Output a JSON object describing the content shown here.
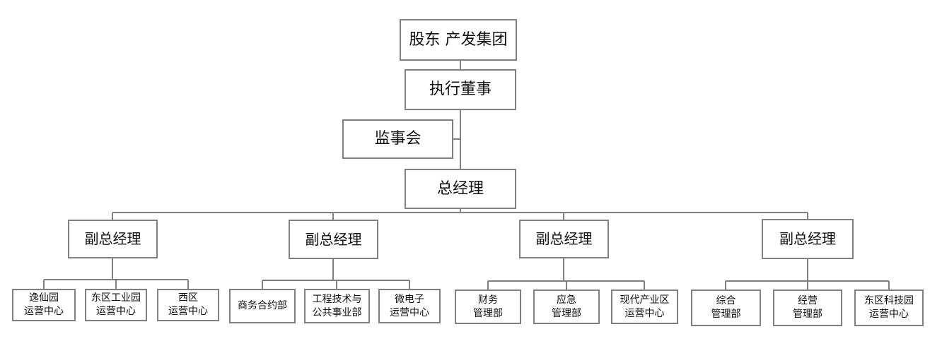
{
  "org": {
    "shareholder": "股东 产发集团",
    "executive_director": "执行董事",
    "supervisory_board": "监事会",
    "general_manager": "总经理",
    "deputies": [
      {
        "title": "副总经理",
        "departments": [
          {
            "line1": "逸仙园",
            "line2": "运营中心"
          },
          {
            "line1": "东区工业园",
            "line2": "运营中心"
          },
          {
            "line1": "西区",
            "line2": "运营中心"
          }
        ]
      },
      {
        "title": "副总经理",
        "departments": [
          {
            "line1": "商务合约部",
            "line2": ""
          },
          {
            "line1": "工程技术与",
            "line2": "公共事业部"
          },
          {
            "line1": "微电子",
            "line2": "运营中心"
          }
        ]
      },
      {
        "title": "副总经理",
        "departments": [
          {
            "line1": "财务",
            "line2": "管理部"
          },
          {
            "line1": "应急",
            "line2": "管理部"
          },
          {
            "line1": "现代产业区",
            "line2": "运营中心"
          }
        ]
      },
      {
        "title": "副总经理",
        "departments": [
          {
            "line1": "综合",
            "line2": "管理部"
          },
          {
            "line1": "经营",
            "line2": "管理部"
          },
          {
            "line1": "东区科技园",
            "line2": "运营中心"
          }
        ]
      }
    ]
  }
}
